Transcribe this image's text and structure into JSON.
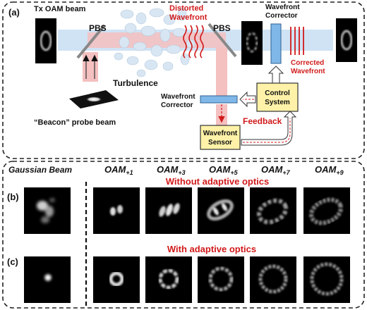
{
  "panel_a": {
    "label": "(a)",
    "tx_beam": "Tx OAM beam",
    "pbs_left": "PBS",
    "pbs_right": "PBS",
    "turbulence": "Turbulence",
    "beacon": "“Beacon” probe beam",
    "distorted_line1": "Distorted",
    "distorted_line2": "Wavefront",
    "wfc_top_line1": "Wavefront",
    "wfc_top_line2": "Corrector",
    "corrected_line1": "Corrected",
    "corrected_line2": "Wavefront",
    "wfc_bottom_line1": "Wavefront",
    "wfc_bottom_line2": "Corrector",
    "control_line1": "Control",
    "control_line2": "System",
    "feedback": "Feedback",
    "sensor_line1": "Wavefront",
    "sensor_line2": "Sensor"
  },
  "headers": {
    "gaussian": "Gaussian Beam",
    "oam": "OAM",
    "subs": [
      "+1",
      "+3",
      "+5",
      "+7",
      "+9"
    ]
  },
  "row_b": {
    "label": "(b)",
    "title": "Without adaptive optics"
  },
  "row_c": {
    "label": "(c)",
    "title": "With adaptive optics"
  },
  "colors": {
    "beam_blue": "#cfe3f5",
    "beam_pink": "#f4c0c0",
    "device_blue": "#7fb8e8",
    "control_yellow": "#fff2a8",
    "accent_red": "#d11a1a"
  }
}
